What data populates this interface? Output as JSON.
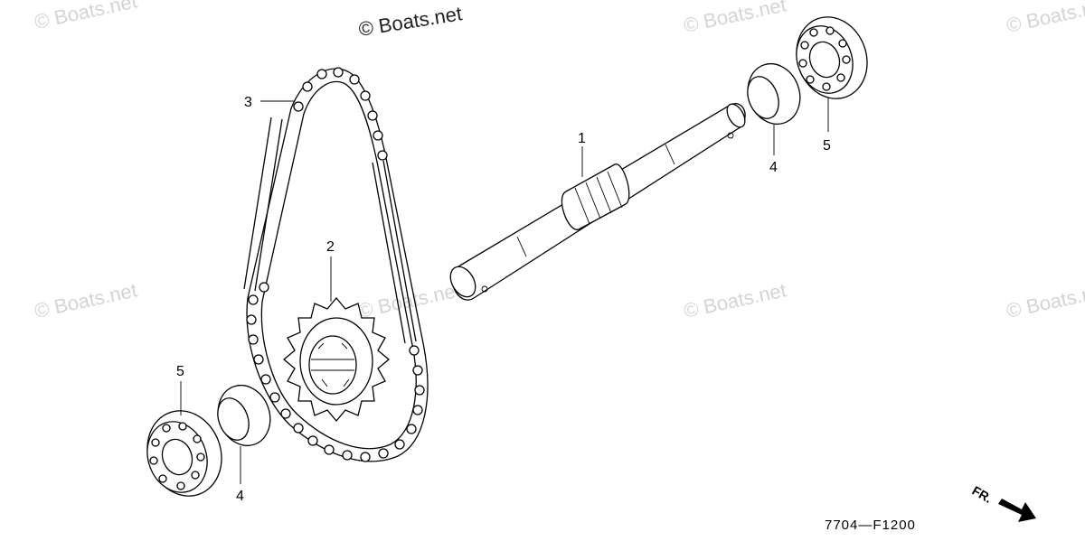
{
  "watermarks": {
    "main": "© Boats.net",
    "faint": "© Boats.net"
  },
  "callouts": {
    "shaft": "1",
    "sprocket": "2",
    "chain": "3",
    "collar_right": "4",
    "bearing_right": "5",
    "bearing_left": "5",
    "collar_left": "4"
  },
  "diagram_code": "7704—F1200",
  "front_indicator": "FR."
}
